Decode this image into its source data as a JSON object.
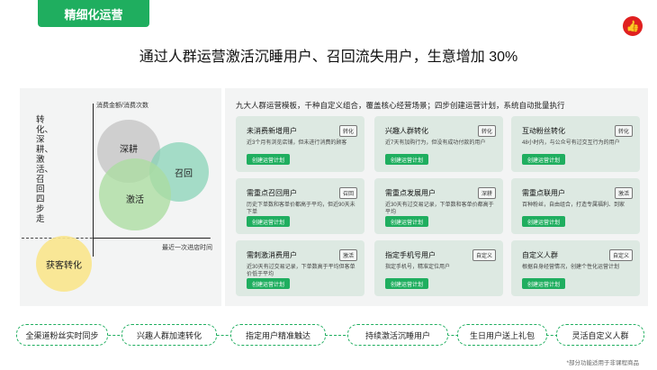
{
  "tag": "精细化运营",
  "logo_icon": "thumbs-up-icon",
  "headline": "通过人群运营激活沉睡用户、召回流失用户，生意增加 30%",
  "left": {
    "vertical_text": "转化、深耕、激活、召回四步走",
    "y_axis": "消费金额/消费次数",
    "x_axis": "最近一次进店时间",
    "circles": [
      "深耕",
      "召回",
      "激活",
      "获客转化"
    ]
  },
  "right": {
    "title": "九大人群运营模板，千种自定义组合，覆盖核心经营场景；四步创建运营计划，系统自动批量执行",
    "cards": [
      {
        "title": "未消费新增用户",
        "badge": "转化",
        "desc": "近3个月有浏览店铺，但未进行消费的顾客",
        "btn": "创建运营计划"
      },
      {
        "title": "兴趣人群转化",
        "badge": "转化",
        "desc": "近7天有加购行为，但没有成功付款的用户",
        "btn": "创建运营计划"
      },
      {
        "title": "互动粉丝转化",
        "badge": "转化",
        "desc": "48小时内，与公众号有过交互行为的用户",
        "btn": "创建运营计划"
      },
      {
        "title": "需重点召回用户",
        "badge": "召回",
        "desc": "历史下单数和客单价都高于平均，但近90天未下单",
        "btn": "创建运营计划"
      },
      {
        "title": "需重点发展用户",
        "badge": "深耕",
        "desc": "近30天有过交易记录，下单数和客单价都高于平均",
        "btn": "创建运营计划"
      },
      {
        "title": "需重点联用户",
        "badge": "激活",
        "desc": "百种粉丝，自由组合，打造专属福利、到家",
        "btn": "创建运营计划"
      },
      {
        "title": "需刺激消费用户",
        "badge": "激活",
        "desc": "近30天有过交易记录，下单数高于平均但客单价低于平均",
        "btn": "创建运营计划"
      },
      {
        "title": "指定手机号用户",
        "badge": "自定义",
        "desc": "指定手机号，精准定位用户",
        "btn": "创建运营计划"
      },
      {
        "title": "自定义人群",
        "badge": "自定义",
        "desc": "根据自身经营情况，创建个性化运营计划",
        "btn": "创建运营计划"
      }
    ]
  },
  "flow": [
    "全渠道粉丝实时同步",
    "兴趣人群加速转化",
    "指定用户精准触达",
    "持续激活沉睡用户",
    "生日用户送上礼包",
    "灵活自定义人群"
  ],
  "footnote": "*部分功能适用于非课程商品",
  "colors": {
    "accent": "#1fae5f",
    "logo": "#e02020"
  }
}
